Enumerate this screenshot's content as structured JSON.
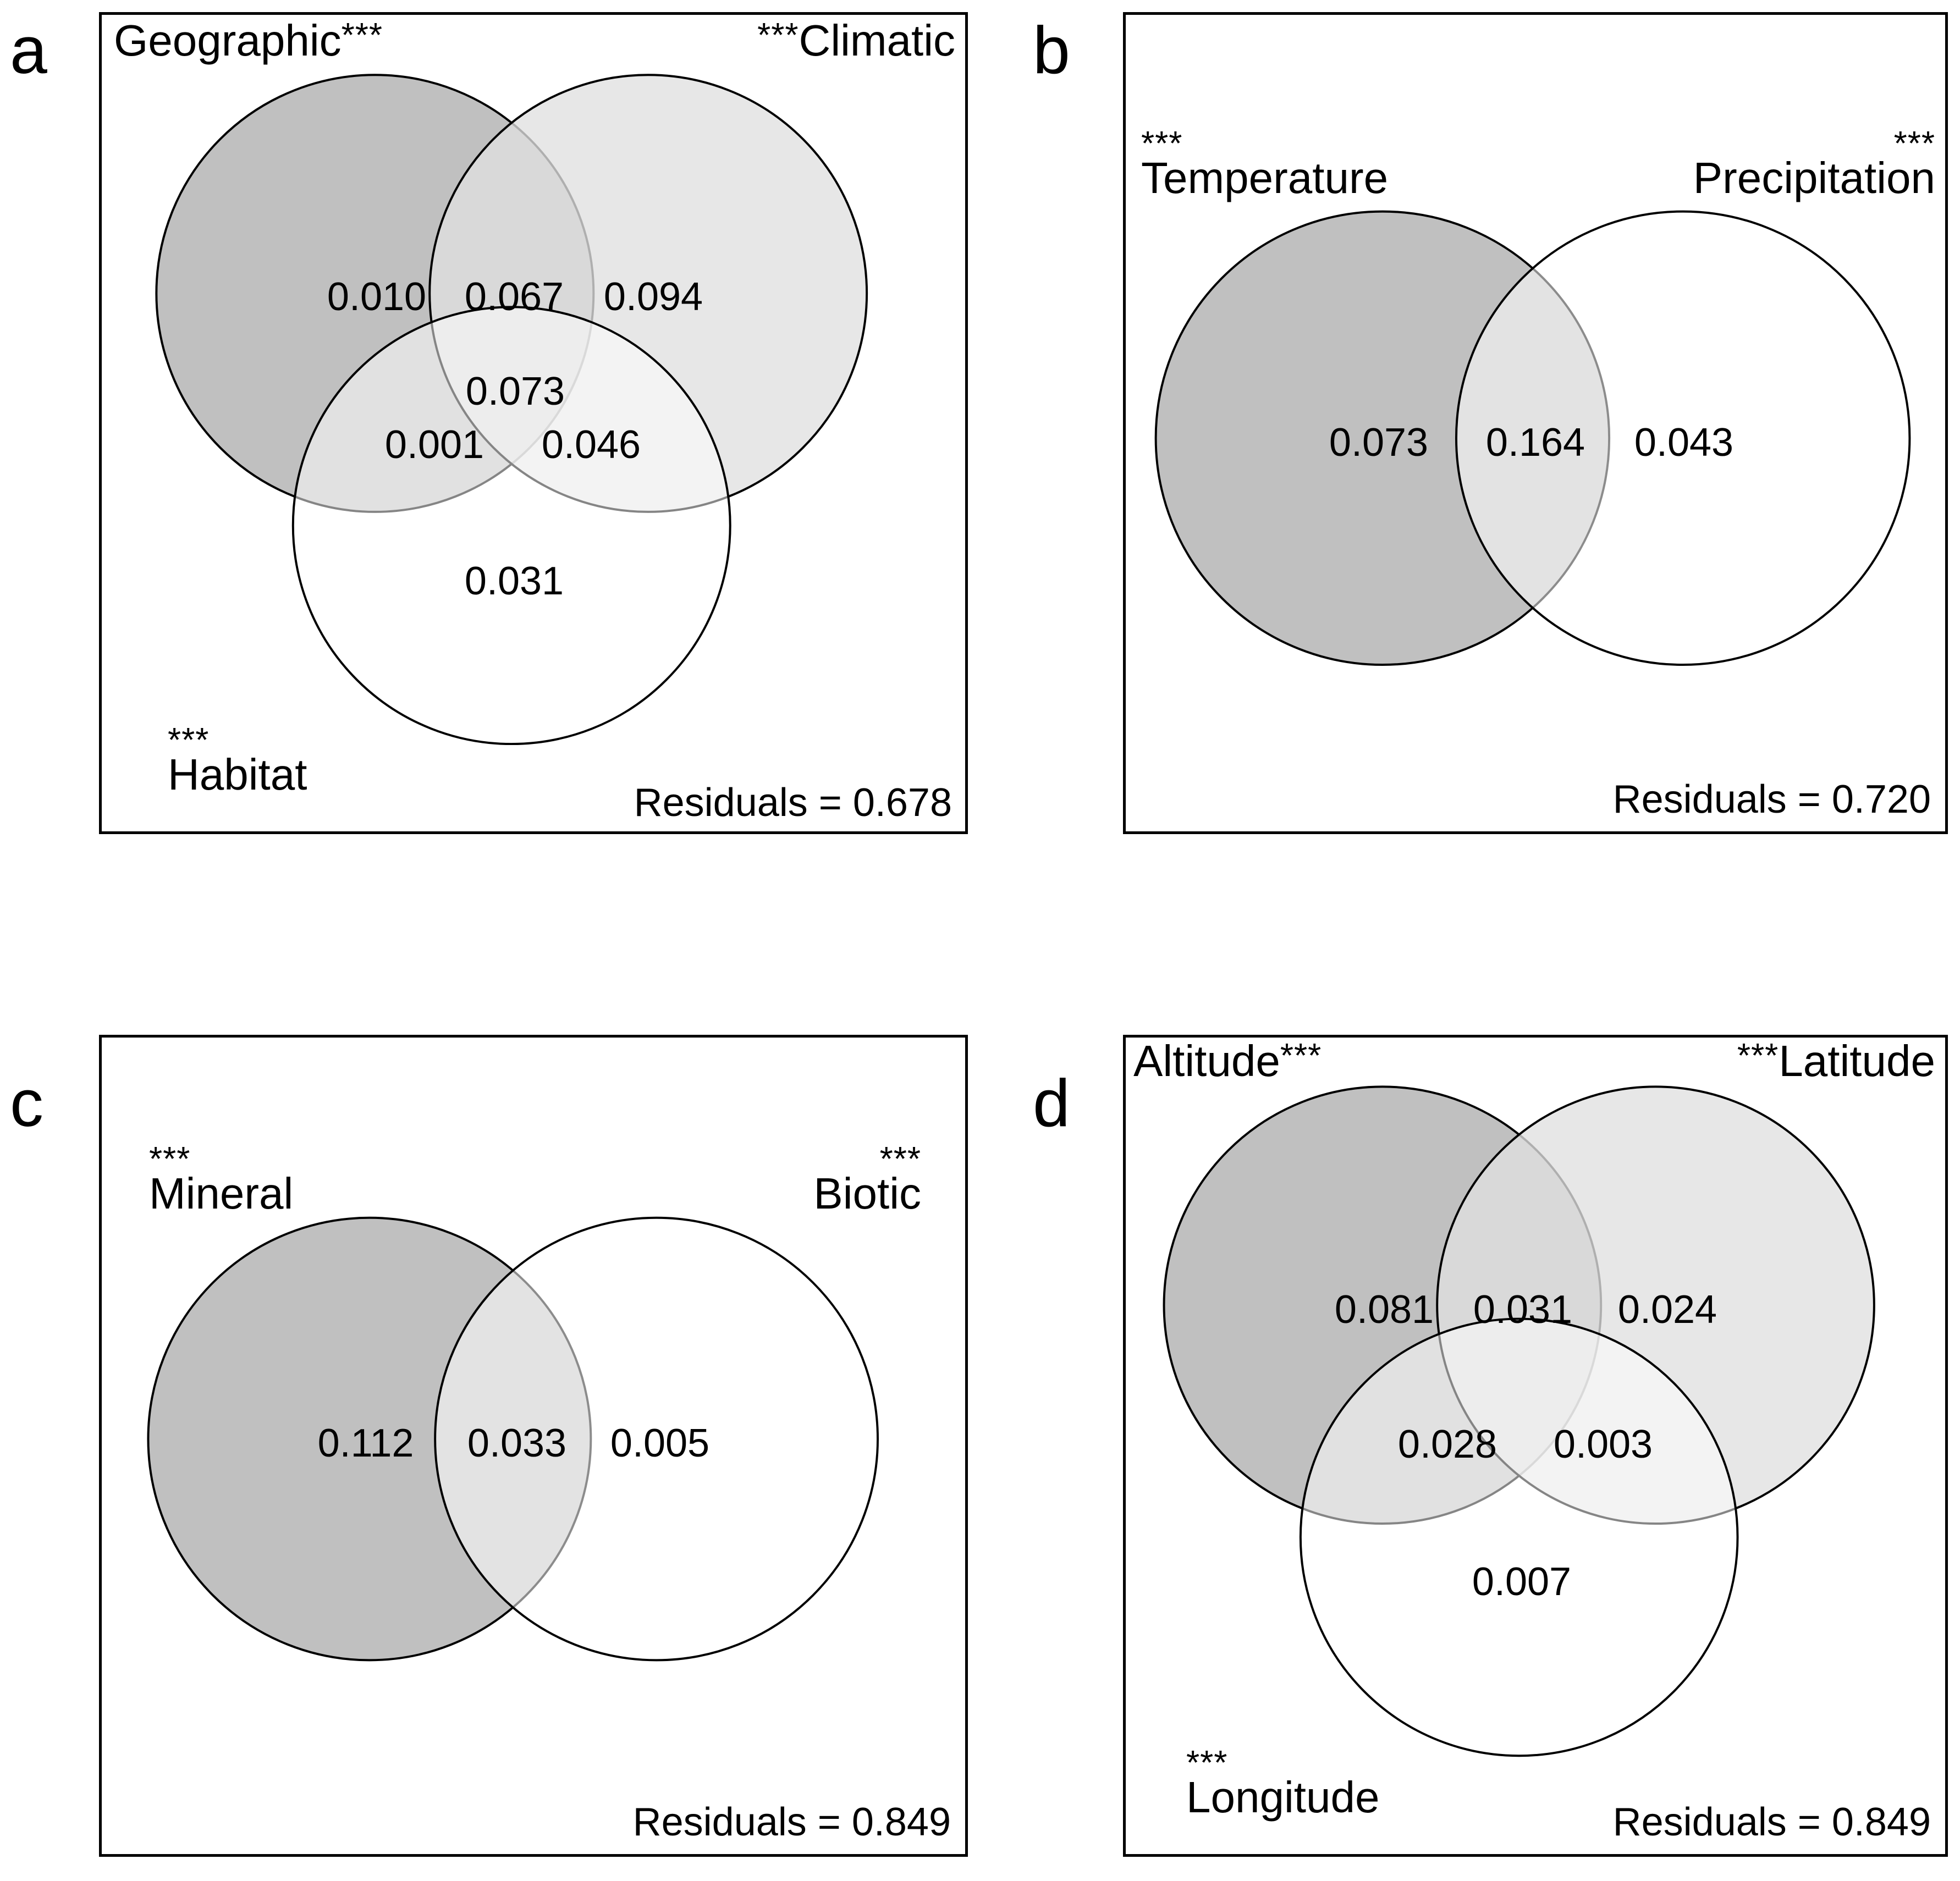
{
  "figure": {
    "type": "venn-variance-partitioning",
    "background": "#ffffff",
    "colors": {
      "dark_fill": "#c0c0c0",
      "light_fill": "#e0e0e0",
      "overlap_fill": "#ababab",
      "white_fill": "#ffffff",
      "stroke": "#000000"
    }
  },
  "panels": [
    {
      "letter": "a",
      "n_sets": 3,
      "sets": [
        {
          "name": "Geographic",
          "stars": "***",
          "star_side": "right",
          "fill": "dark"
        },
        {
          "name": "Climatic",
          "stars": "***",
          "star_side": "left",
          "fill": "light"
        },
        {
          "name": "Habitat",
          "stars": "***",
          "star_side": "above",
          "fill": "white"
        }
      ],
      "values": {
        "only_a": "0.010",
        "a_b": "0.067",
        "only_b": "0.094",
        "a_b_c": "0.073",
        "a_c": "0.001",
        "b_c": "0.046",
        "only_c": "0.031"
      },
      "residuals_label": "Residuals = 0.678",
      "residuals_value": "0.678"
    },
    {
      "letter": "b",
      "n_sets": 2,
      "sets": [
        {
          "name": "Temperature",
          "stars": "***",
          "star_side": "above",
          "fill": "dark"
        },
        {
          "name": "Precipitation",
          "stars": "***",
          "star_side": "above",
          "fill": "white"
        }
      ],
      "values": {
        "only_a": "0.073",
        "a_b": "0.164",
        "only_b": "0.043"
      },
      "residuals_label": "Residuals = 0.720",
      "residuals_value": "0.720"
    },
    {
      "letter": "c",
      "n_sets": 2,
      "sets": [
        {
          "name": "Mineral",
          "stars": "***",
          "star_side": "above",
          "fill": "dark"
        },
        {
          "name": "Biotic",
          "stars": "***",
          "star_side": "above",
          "fill": "white"
        }
      ],
      "values": {
        "only_a": "0.112",
        "a_b": "0.033",
        "only_b": "0.005"
      },
      "residuals_label": "Residuals = 0.849",
      "residuals_value": "0.849"
    },
    {
      "letter": "d",
      "n_sets": 3,
      "sets": [
        {
          "name": "Altitude",
          "stars": "***",
          "star_side": "right",
          "fill": "dark"
        },
        {
          "name": "Latitude",
          "stars": "***",
          "star_side": "left",
          "fill": "light"
        },
        {
          "name": "Longitude",
          "stars": "***",
          "star_side": "above",
          "fill": "white"
        }
      ],
      "values": {
        "only_a": "0.081",
        "a_b": "0.031",
        "only_b": "0.024",
        "a_c": "0.028",
        "b_c": "0.003",
        "only_c": "0.007"
      },
      "residuals_label": "Residuals = 0.849",
      "residuals_value": "0.849"
    }
  ],
  "chart_data": {
    "type": "venn",
    "title": "",
    "panels": [
      {
        "id": "a",
        "sets": [
          "Geographic",
          "Climatic",
          "Habitat"
        ],
        "significance": [
          "***",
          "***",
          "***"
        ],
        "regions": [
          {
            "sets": [
              "Geographic"
            ],
            "value": 0.01
          },
          {
            "sets": [
              "Geographic",
              "Climatic"
            ],
            "value": 0.067
          },
          {
            "sets": [
              "Climatic"
            ],
            "value": 0.094
          },
          {
            "sets": [
              "Geographic",
              "Climatic",
              "Habitat"
            ],
            "value": 0.073
          },
          {
            "sets": [
              "Geographic",
              "Habitat"
            ],
            "value": 0.001
          },
          {
            "sets": [
              "Climatic",
              "Habitat"
            ],
            "value": 0.046
          },
          {
            "sets": [
              "Habitat"
            ],
            "value": 0.031
          }
        ],
        "residuals": 0.678
      },
      {
        "id": "b",
        "sets": [
          "Temperature",
          "Precipitation"
        ],
        "significance": [
          "***",
          "***"
        ],
        "regions": [
          {
            "sets": [
              "Temperature"
            ],
            "value": 0.073
          },
          {
            "sets": [
              "Temperature",
              "Precipitation"
            ],
            "value": 0.164
          },
          {
            "sets": [
              "Precipitation"
            ],
            "value": 0.043
          }
        ],
        "residuals": 0.72
      },
      {
        "id": "c",
        "sets": [
          "Mineral",
          "Biotic"
        ],
        "significance": [
          "***",
          "***"
        ],
        "regions": [
          {
            "sets": [
              "Mineral"
            ],
            "value": 0.112
          },
          {
            "sets": [
              "Mineral",
              "Biotic"
            ],
            "value": 0.033
          },
          {
            "sets": [
              "Biotic"
            ],
            "value": 0.005
          }
        ],
        "residuals": 0.849
      },
      {
        "id": "d",
        "sets": [
          "Altitude",
          "Latitude",
          "Longitude"
        ],
        "significance": [
          "***",
          "***",
          "***"
        ],
        "regions": [
          {
            "sets": [
              "Altitude"
            ],
            "value": 0.081
          },
          {
            "sets": [
              "Altitude",
              "Latitude"
            ],
            "value": 0.031
          },
          {
            "sets": [
              "Latitude"
            ],
            "value": 0.024
          },
          {
            "sets": [
              "Altitude",
              "Longitude"
            ],
            "value": 0.028
          },
          {
            "sets": [
              "Latitude",
              "Longitude"
            ],
            "value": 0.003
          },
          {
            "sets": [
              "Longitude"
            ],
            "value": 0.007
          }
        ],
        "residuals": 0.849
      }
    ]
  }
}
